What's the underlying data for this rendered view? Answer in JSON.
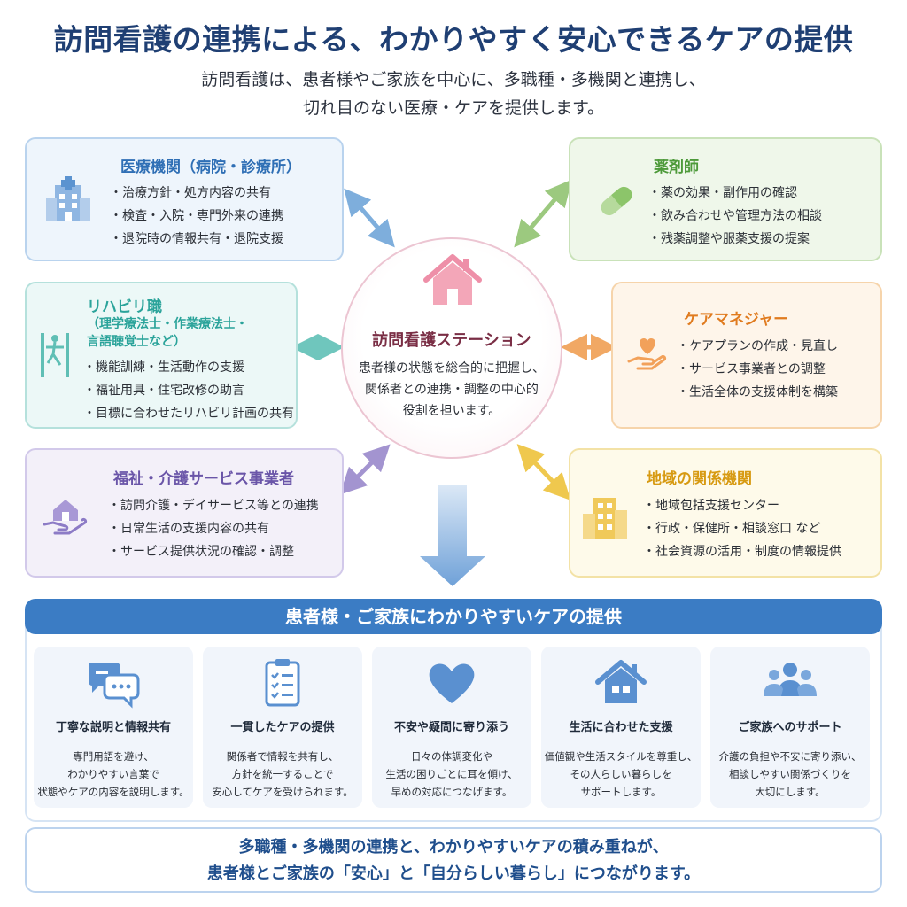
{
  "header": {
    "title": "訪問看護の連携による、わかりやすく安心できるケアの提供",
    "subtitle_lines": [
      "訪問看護は、患者様やご家族を中心に、多職種・多機関と連携し、",
      "切れ目のない医療・ケアを提供します。"
    ]
  },
  "center": {
    "icon": "house-icon",
    "title": "訪問看護ステーション",
    "desc_lines": [
      "患者様の状態を総合的に把握し、",
      "関係者との連携・調整の中心的",
      "役割を担います。"
    ]
  },
  "partners": {
    "medical": {
      "name": "医療機関（病院・診療所）",
      "icon": "hospital-icon",
      "color": "#2f6fb5",
      "items": [
        "治療方針・処方内容の共有",
        "検査・入院・専門外来の連携",
        "退院時の情報共有・退院支援"
      ]
    },
    "pharma": {
      "name": "薬剤師",
      "icon": "capsule-icon",
      "color": "#4d9a3a",
      "items": [
        "薬の効果・副作用の確認",
        "飲み合わせや管理方法の相談",
        "残薬調整や服薬支援の提案"
      ]
    },
    "rehab": {
      "name": "リハビリ職",
      "sub_lines": [
        "（理学療法士・作業療法士・",
        "言語聴覚士など）"
      ],
      "icon": "parallel-bars-icon",
      "color": "#2aa39a",
      "items": [
        "機能訓練・生活動作の支援",
        "福祉用具・住宅改修の助言",
        "目標に合わせたリハビリ計画の共有"
      ]
    },
    "caremgr": {
      "name": "ケアマネジャー",
      "icon": "heart-hand-icon",
      "color": "#e07b1f",
      "items": [
        "ケアプランの作成・見直し",
        "サービス事業者との調整",
        "生活全体の支援体制を構築"
      ]
    },
    "welfare": {
      "name": "福祉・介護サービス事業者",
      "icon": "house-hand-icon",
      "color": "#6a55a8",
      "items": [
        "訪問介護・デイサービス等との連携",
        "日常生活の支援内容の共有",
        "サービス提供状況の確認・調整"
      ]
    },
    "local": {
      "name": "地域の関係機関",
      "icon": "building-icon",
      "color": "#d79a12",
      "items": [
        "地域包括支援センター",
        "行政・保健所・相談窓口 など",
        "社会資源の活用・制度の情報提供"
      ]
    }
  },
  "band": {
    "title": "患者様・ご家族にわかりやすいケアの提供"
  },
  "features": [
    {
      "icon": "chat-bubbles-icon",
      "title": "丁寧な説明と情報共有",
      "desc_lines": [
        "専門用語を避け、",
        "わかりやすい言葉で",
        "状態やケアの内容を説明します。"
      ]
    },
    {
      "icon": "clipboard-icon",
      "title": "一貫したケアの提供",
      "desc_lines": [
        "関係者で情報を共有し、",
        "方針を統一することで",
        "安心してケアを受けられます。"
      ]
    },
    {
      "icon": "heart-icon",
      "title": "不安や疑問に寄り添う",
      "desc_lines": [
        "日々の体調変化や",
        "生活の困りごとに耳を傾け、",
        "早めの対応につなげます。"
      ]
    },
    {
      "icon": "home-icon",
      "title": "生活に合わせた支援",
      "desc_lines": [
        "価値観や生活スタイルを尊重し、",
        "その人らしい暮らしを",
        "サポートします。"
      ]
    },
    {
      "icon": "family-icon",
      "title": "ご家族へのサポート",
      "desc_lines": [
        "介護の負担や不安に寄り添い、",
        "相談しやすい関係づくりを",
        "大切にします。"
      ]
    }
  ],
  "closing": {
    "lines": [
      "多職種・多機関の連携と、わかりやすいケアの積み重ねが、",
      "患者様とご家族の「安心」と「自分らしい暮らし」につながります。"
    ]
  }
}
